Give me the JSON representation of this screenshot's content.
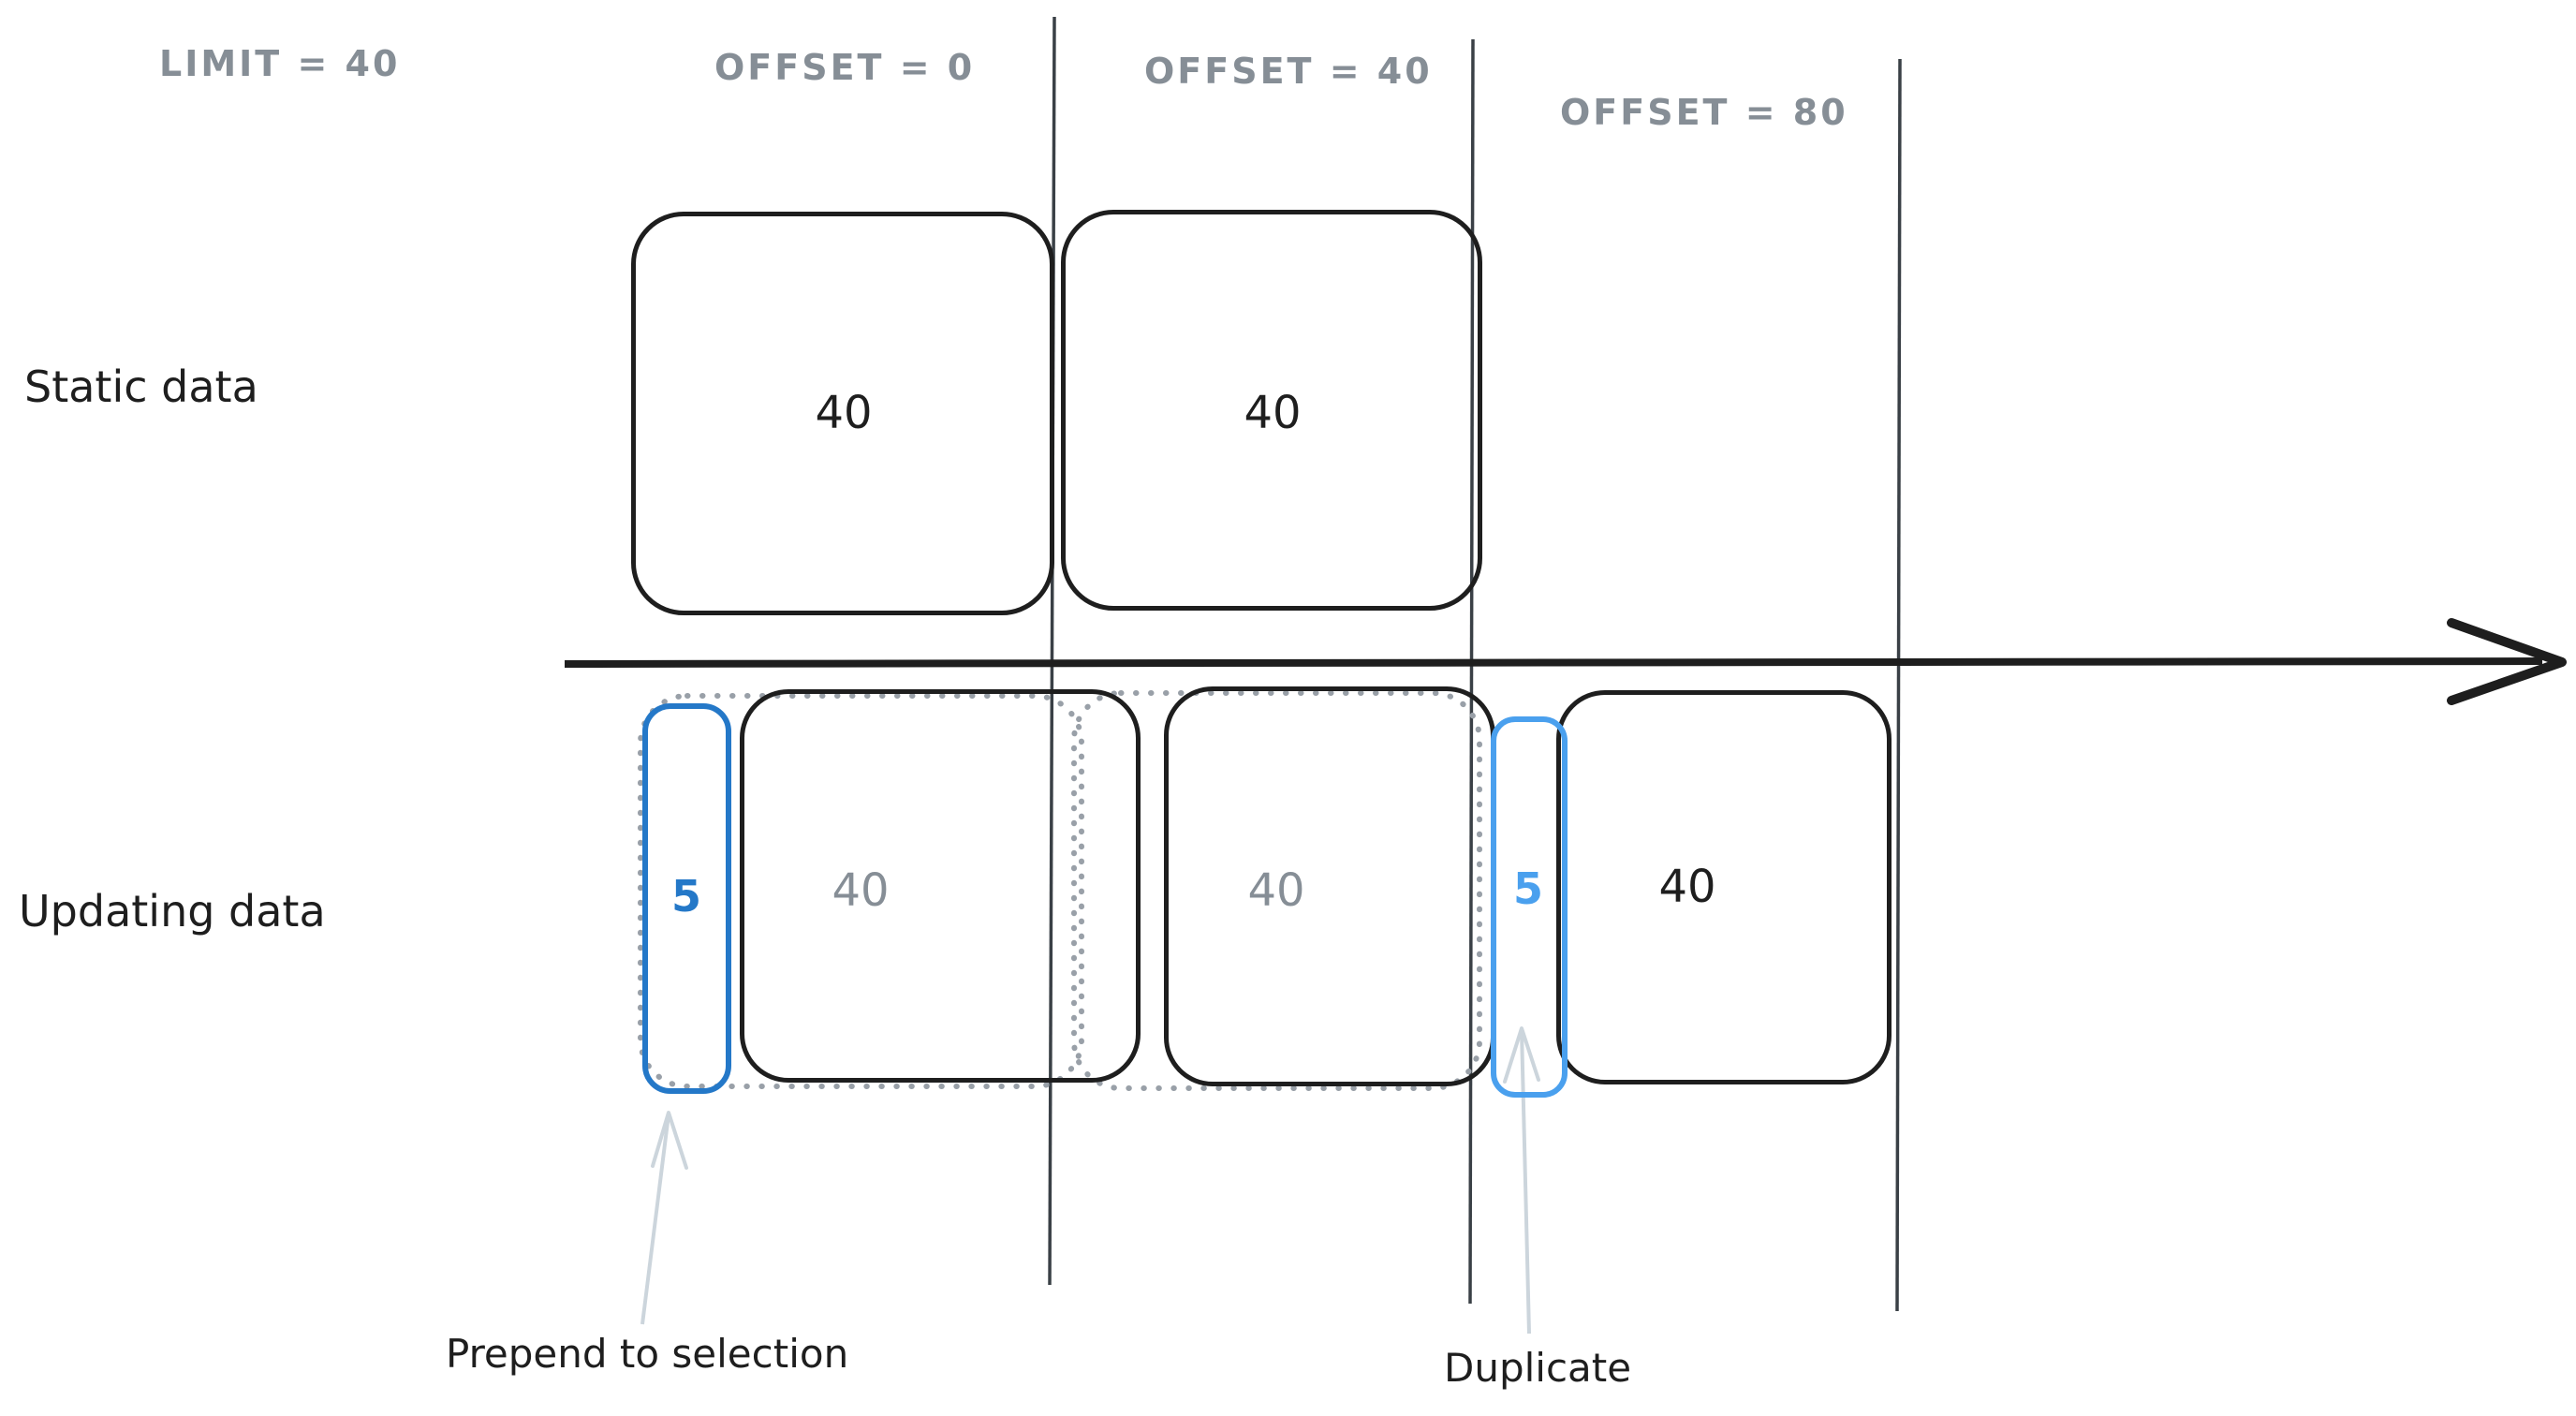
{
  "header": {
    "limit_label": "LIMIT = 40",
    "offset_labels": [
      "OFFSET = 0",
      "OFFSET = 40",
      "OFFSET = 80"
    ]
  },
  "rows": {
    "static_label": "Static data",
    "updating_label": "Updating data"
  },
  "static_row": {
    "pages": [
      {
        "count": "40"
      },
      {
        "count": "40"
      }
    ]
  },
  "updating_row": {
    "prepended_count": "5",
    "duplicated_count": "5",
    "old_window_counts": [
      "40",
      "40"
    ],
    "new_fetch_count": "40"
  },
  "annotations": {
    "prepend": "Prepend to selection",
    "duplicate": "Duplicate"
  },
  "colors": {
    "ink_black": "#1e1e1e",
    "divider_gray": "#3a4046",
    "gray_text": "#868e96",
    "dotted_gray": "#99a0a8",
    "blue_dark": "#2478c8",
    "blue_light": "#4aa0ee",
    "arrow_light": "#ccd5dc"
  }
}
